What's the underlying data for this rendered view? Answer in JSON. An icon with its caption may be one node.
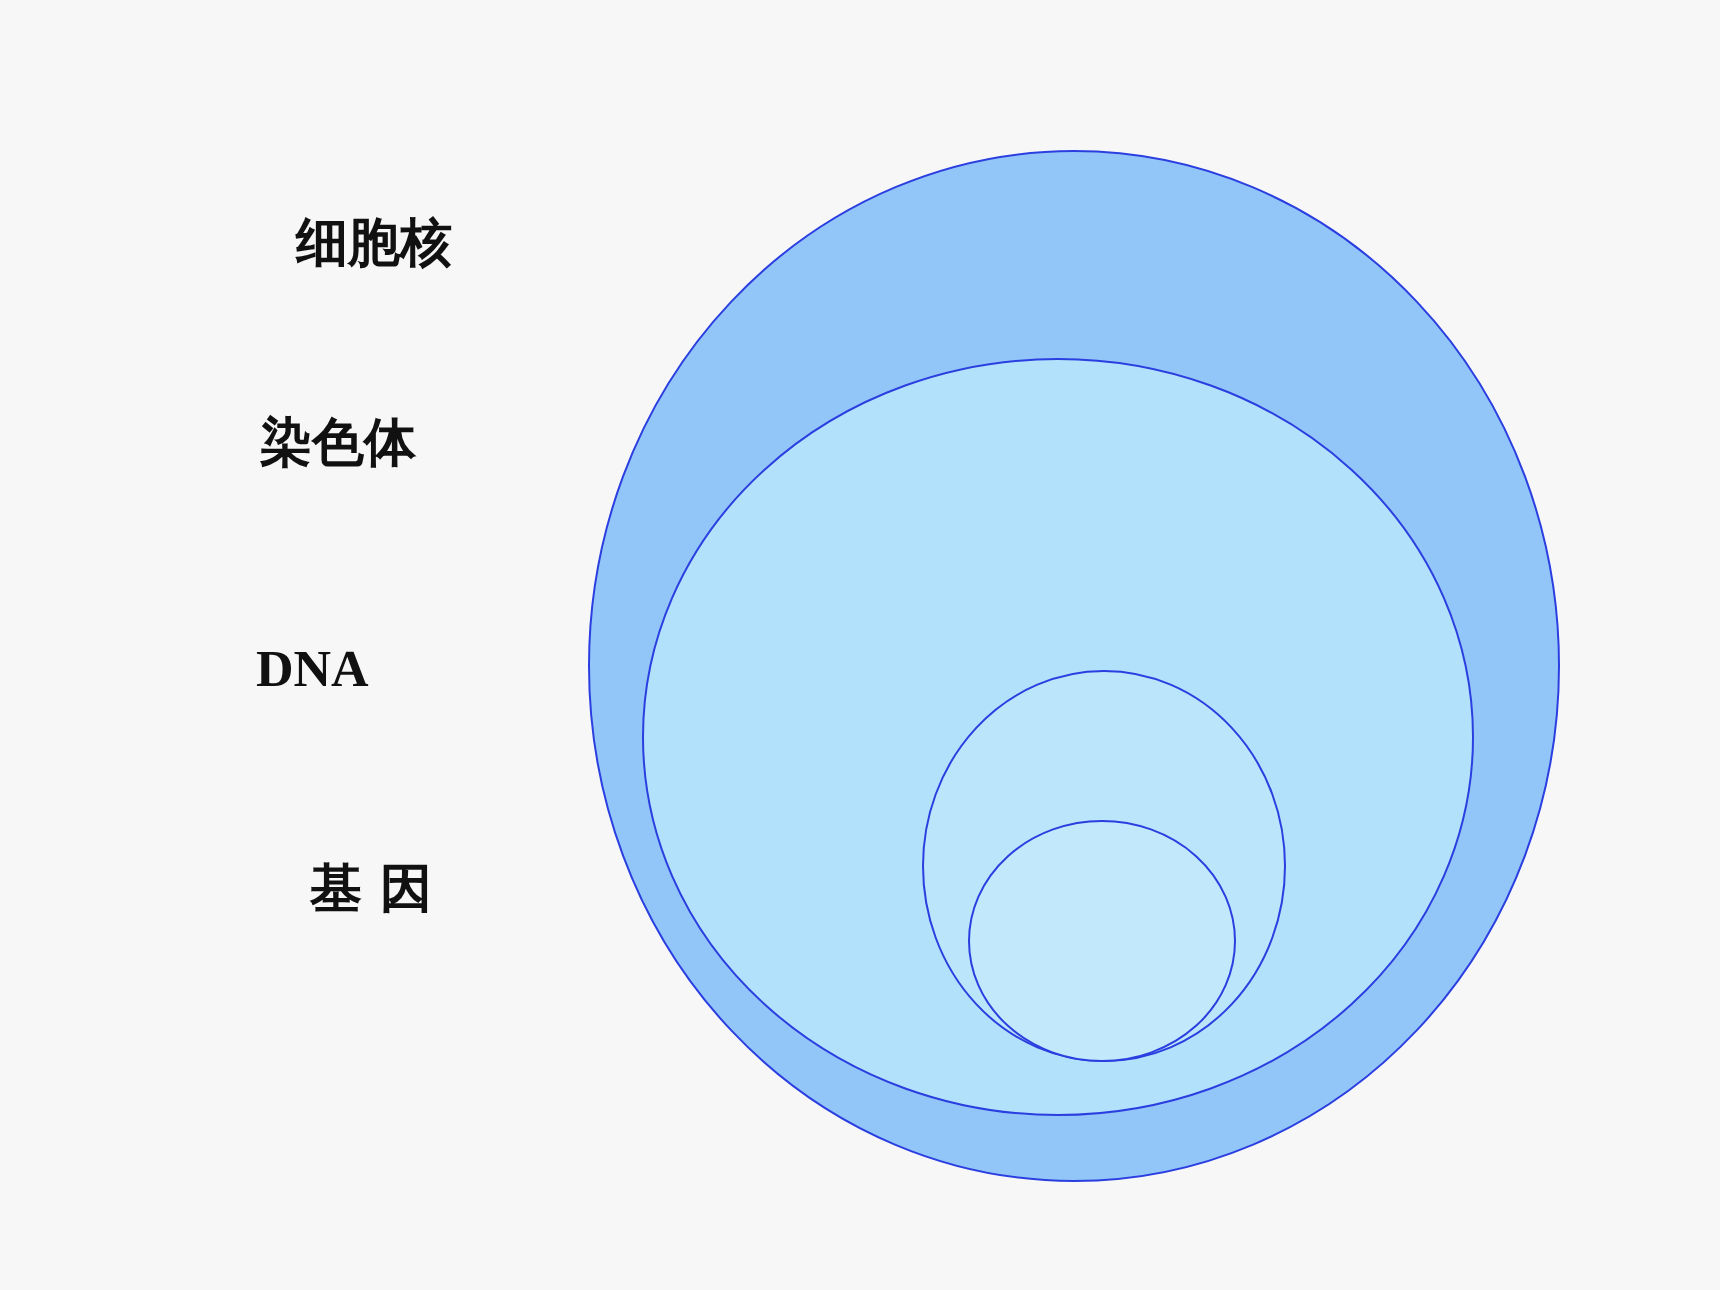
{
  "diagram": {
    "nodes": [
      {
        "text": [],
        "shape": "circle"
      },
      {
        "text": [],
        "shape": "circle",
        "in": 0
      },
      {
        "text": [],
        "shape": "circle",
        "in": 1
      },
      {
        "text": [],
        "shape": "circle",
        "in": 2
      }
    ],
    "labels": [
      "细胞核",
      "染色体",
      "DNA",
      "基 因"
    ]
  }
}
